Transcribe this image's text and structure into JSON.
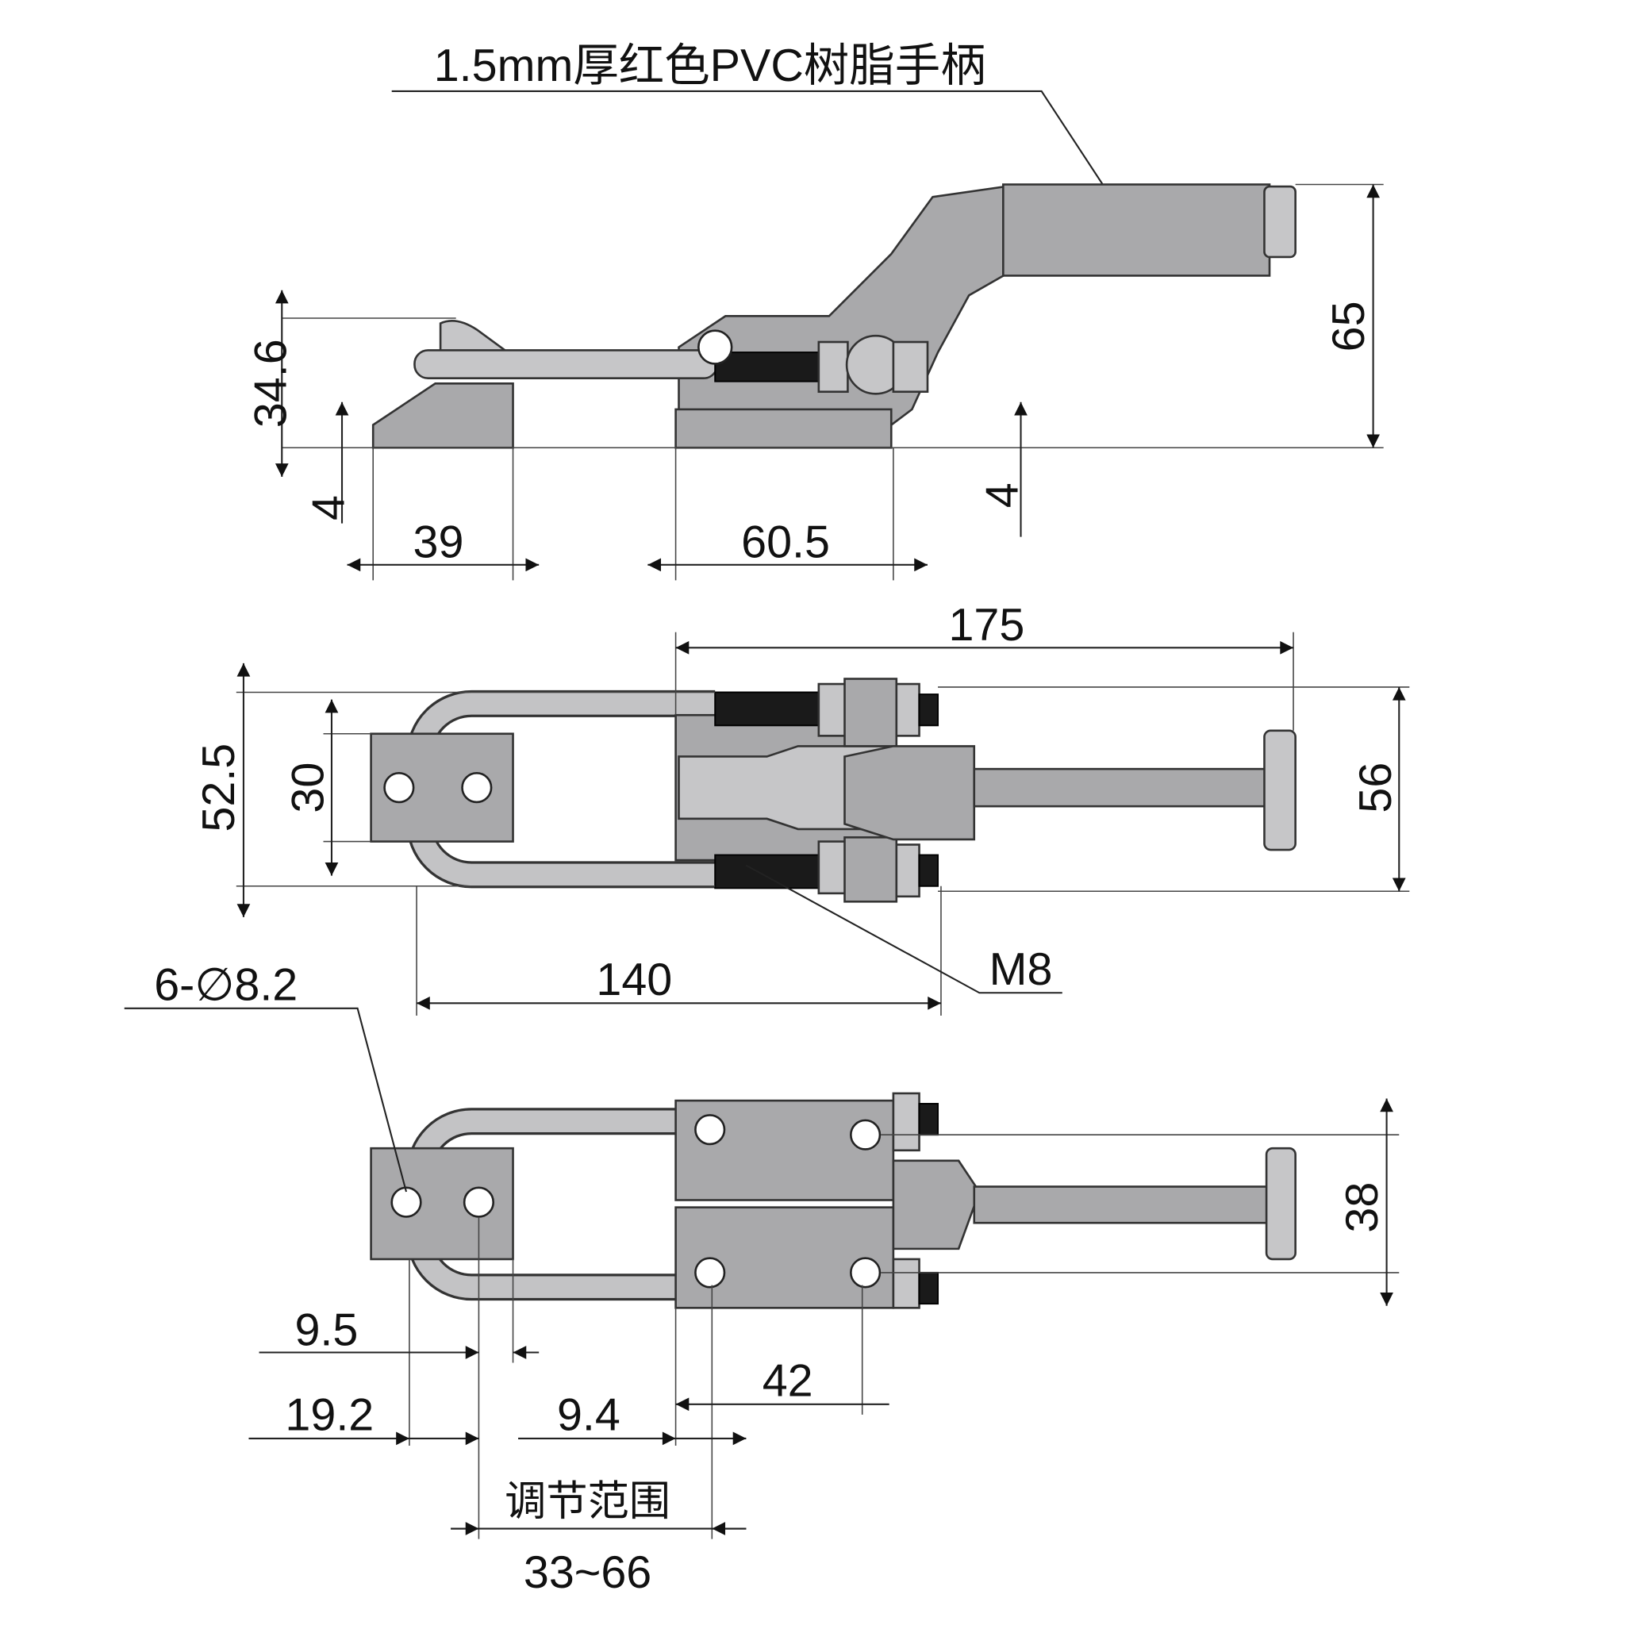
{
  "callouts": {
    "handle_material": "1.5mm厚红色PVC树脂手柄",
    "thread": "M8",
    "holes": "6-∅8.2",
    "adjust_range_label": "调节范围",
    "adjust_range_value": "33~66"
  },
  "side_view": {
    "height_left": "34.6",
    "thickness_left": "4",
    "width_left": "39",
    "width_right": "60.5",
    "thickness_right": "4",
    "height_total": "65"
  },
  "top_view": {
    "overall_length": "175",
    "outer_width": "52.5",
    "plate_width": "30",
    "body_width": "56",
    "bar_length": "140"
  },
  "bottom_view": {
    "hole_pitch_left": "9.5",
    "offset_left": "19.2",
    "offset_mid": "9.4",
    "hole_pitch_body": "42",
    "body_hole_spacing": "38"
  }
}
